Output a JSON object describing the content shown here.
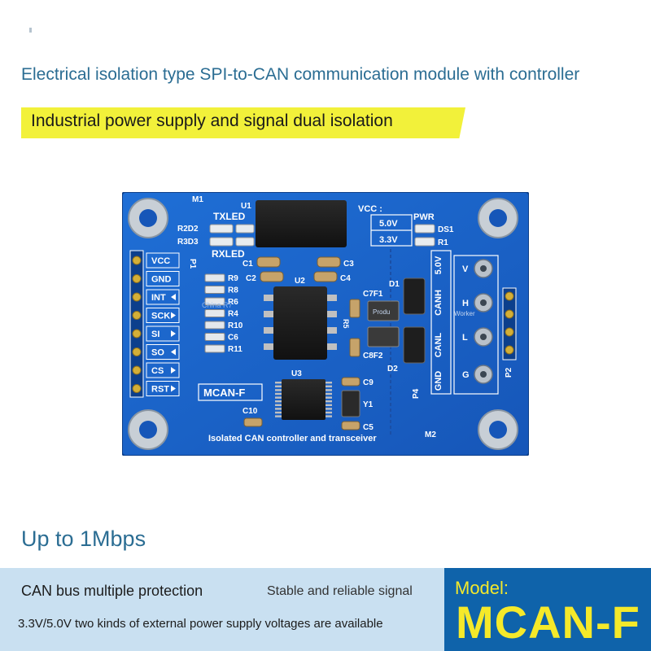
{
  "headline": "Electrical isolation type SPI-to-CAN communication module with controller",
  "highlight": "Industrial power supply and signal dual isolation",
  "tagline": "Up to 1Mbps",
  "features": {
    "line1": "CAN bus multiple protection",
    "line2": "Stable and reliable signal",
    "line3": "3.3V/5.0V two kinds of external power supply voltages are available"
  },
  "model": {
    "label": "Model:",
    "name": "MCAN-F"
  },
  "board": {
    "pins_left": [
      "VCC",
      "GND",
      "INT",
      "SCK",
      "SI",
      "SO",
      "CS",
      "RST"
    ],
    "pins_right": [
      "5.0V",
      "CANH",
      "CANL",
      "GND"
    ],
    "pins_right_short": [
      "V",
      "H",
      "L",
      "G"
    ],
    "silk": {
      "m1": "M1",
      "m2": "M2",
      "txled": "TXLED",
      "rxled": "RXLED",
      "r2d2": "R2D2",
      "r3d3": "R3D3",
      "p1": "P1",
      "u1": "U1",
      "u2": "U2",
      "u3": "U3",
      "vcc": "VCC :",
      "v50": "5.0V",
      "v33": "3.3V",
      "pwr": "PWR",
      "ds1": "DS1",
      "r1": "R1",
      "c1": "C1",
      "c2": "C2",
      "c3": "C3",
      "c4": "C4",
      "c5": "C5",
      "c9": "C9",
      "c10": "C10",
      "c7f1": "C7F1",
      "c8f2": "C8F2",
      "d1": "D1",
      "d2": "D2",
      "r5": "R5",
      "y1": "Y1",
      "p2": "P2",
      "p4": "P4",
      "china_r7": "China R7",
      "worker": "Worker",
      "product": "Produ",
      "title": "MCAN-F",
      "subtitle": "Isolated CAN controller and transceiver",
      "resistors": [
        "R9",
        "R8",
        "R6",
        "R4",
        "R10",
        "C6",
        "R11"
      ]
    }
  }
}
